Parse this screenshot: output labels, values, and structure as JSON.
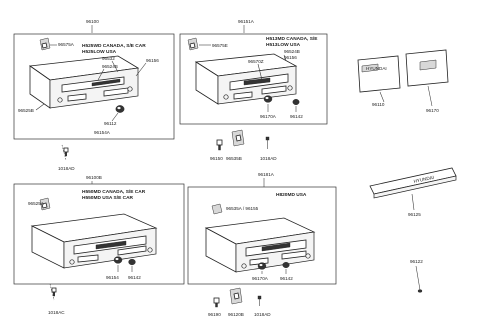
{
  "groups": {
    "g1": {
      "ref": "96100",
      "spec1": "H525WD CANADA, S/E CAR",
      "spec2": "H525LOW USA"
    },
    "g2": {
      "ref": "96151A",
      "spec1": "H513MD CANADA, S/E",
      "spec2": "H513LOW USA"
    },
    "g3": {
      "ref": "96100B",
      "spec1": "H550MD CANADA, S/E CAR",
      "spec2": "H550MD USA S/E CAR"
    },
    "g4": {
      "ref": "96181A",
      "spec1": "H820MD USA"
    }
  },
  "labels": {
    "p1_bracket": "96575A",
    "p1_c1": "96524B",
    "p1_c2": "96156",
    "p1_c3": "96532",
    "p1_left": "96525B",
    "p1_knob": "96112",
    "p1_bottom": "96154A",
    "s1_plug": "1018AD",
    "p2_bracket": "96575E",
    "p2_r1": "96524B",
    "p2_r2": "96156",
    "p2_c": "96570Z",
    "p2_k1": "96170A",
    "p2_k2": "96142",
    "s2_a": "96150",
    "s2_b": "96535B",
    "s2_c": "1018AD",
    "p3_bracket": "96525A",
    "p3_k1": "96154",
    "p3_k2": "96142",
    "s3_plug": "1018AC",
    "p4_bracket": "96535A / 96155",
    "p4_k1": "96170A",
    "p4_k2": "96142",
    "s4_a": "96190",
    "s4_b": "96120B",
    "s4_c": "1018AD",
    "card_brand": "HYUNDAI",
    "card_ref": "96110",
    "card_part": "96170",
    "plate_text": "HYUNDAI",
    "plate_ref": "96125",
    "ant_ref": "96122"
  }
}
